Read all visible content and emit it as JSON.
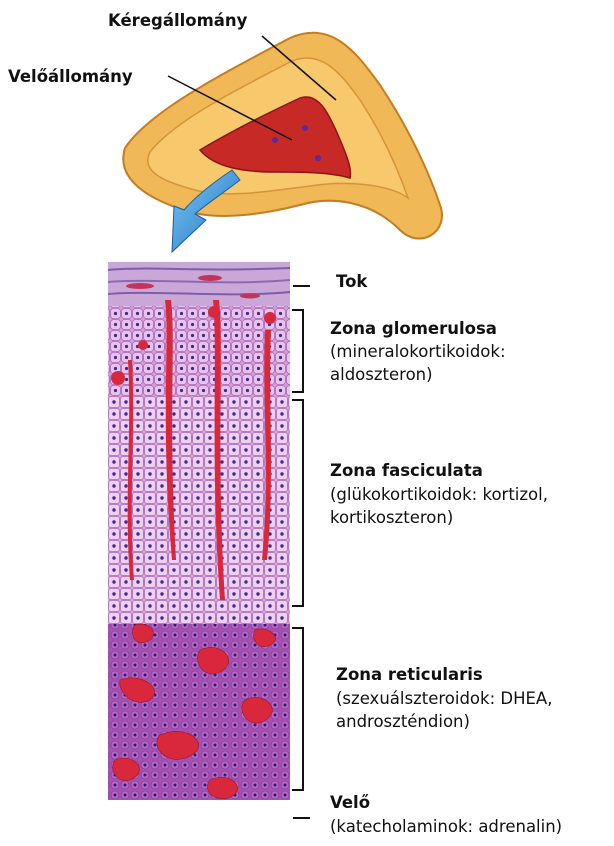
{
  "labels": {
    "cortex": "Kéregállomány",
    "medulla": "Velőállomány",
    "capsule": "Tok",
    "velo": "Velő",
    "velo_desc": "(katecholaminok: adrenalin)"
  },
  "zones": [
    {
      "title": "Zona glomerulosa",
      "desc": [
        "(mineralokortikoidok:",
        "aldoszteron)"
      ]
    },
    {
      "title": "Zona fasciculata",
      "desc": [
        "(glükokortikoidok: kortizol,",
        "kortikoszteron)"
      ]
    },
    {
      "title": "Zona reticularis",
      "desc": [
        "(szexuálszteroidok: DHEA,",
        "androszténdion)"
      ]
    }
  ],
  "colors": {
    "gland_outer": "#f0b857",
    "gland_inner": "#f7c86c",
    "medulla": "#c72a26",
    "arrow": "#3a9ee0",
    "glomerulosa": "#d8a6de",
    "fasciculata": "#e6bdeb",
    "reticularis": "#a559b3",
    "vessel": "#d9283b"
  }
}
